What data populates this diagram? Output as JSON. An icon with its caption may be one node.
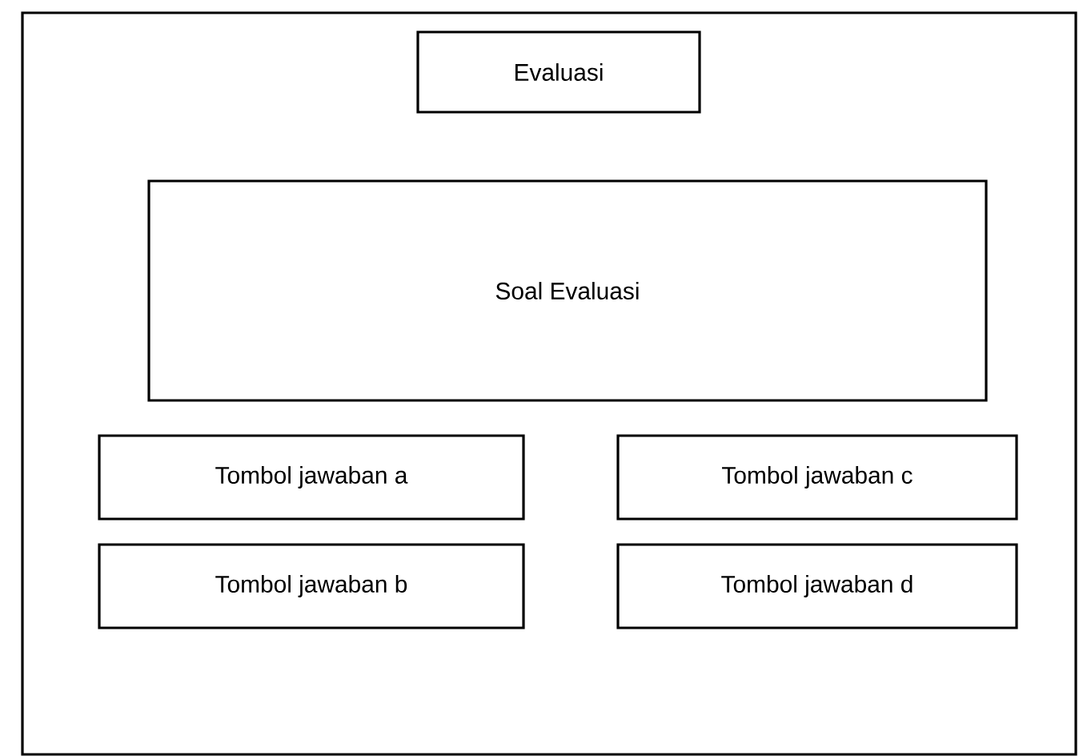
{
  "diagram": {
    "nodes": [
      {
        "text": [],
        "shape": "box"
      },
      {
        "text": [
          "Evaluasi"
        ],
        "in": 0
      },
      {
        "text": [
          "Soal Evaluasi"
        ],
        "in": 0
      },
      {
        "text": [
          "Tombol jawaban a"
        ],
        "in": 0
      },
      {
        "text": [
          "Tombol jawaban c"
        ],
        "in": 0
      },
      {
        "text": [
          "Tombol jawaban b"
        ],
        "in": 0
      },
      {
        "text": [
          "Tombol jawaban d"
        ],
        "in": 0
      }
    ]
  }
}
